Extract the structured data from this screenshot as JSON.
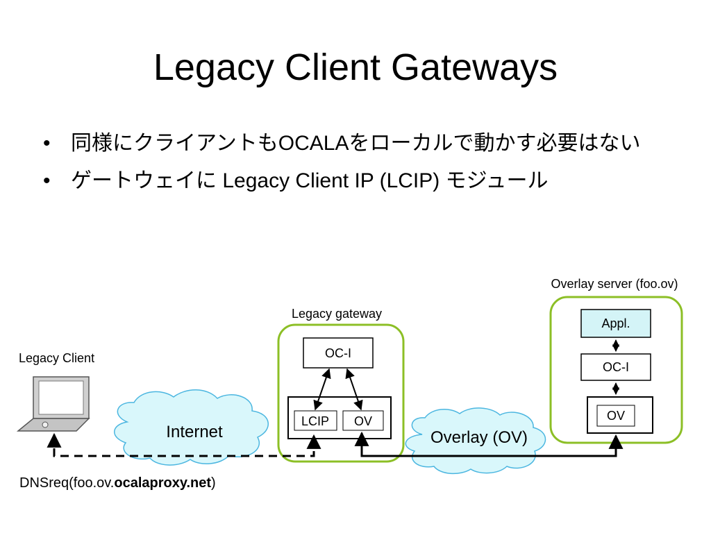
{
  "title": "Legacy Client Gateways",
  "bullets": [
    "同様にクライアントもOCALAをローカルで動かす必要はない",
    "ゲートウェイに Legacy Client IP (LCIP) モジュール"
  ],
  "diagram": {
    "client_label": "Legacy Client",
    "internet_label": "Internet",
    "gateway_label": "Legacy gateway",
    "gateway_oci": "OC-I",
    "gateway_lcip": "LCIP",
    "gateway_ov": "OV",
    "overlay_label": "Overlay (OV)",
    "server_label": "Overlay server (foo.ov)",
    "server_appl": "Appl.",
    "server_oci": "OC-I",
    "server_ov": "OV",
    "dns_prefix": "DNSreq(foo.ov.",
    "dns_bold": "ocalaproxy.net",
    "dns_suffix": ")",
    "colors": {
      "container_border": "#8cbf26",
      "cloud_fill": "#d9f7fb",
      "cloud_stroke": "#4bb6e0",
      "appl_fill": "#d4f4f7"
    }
  }
}
